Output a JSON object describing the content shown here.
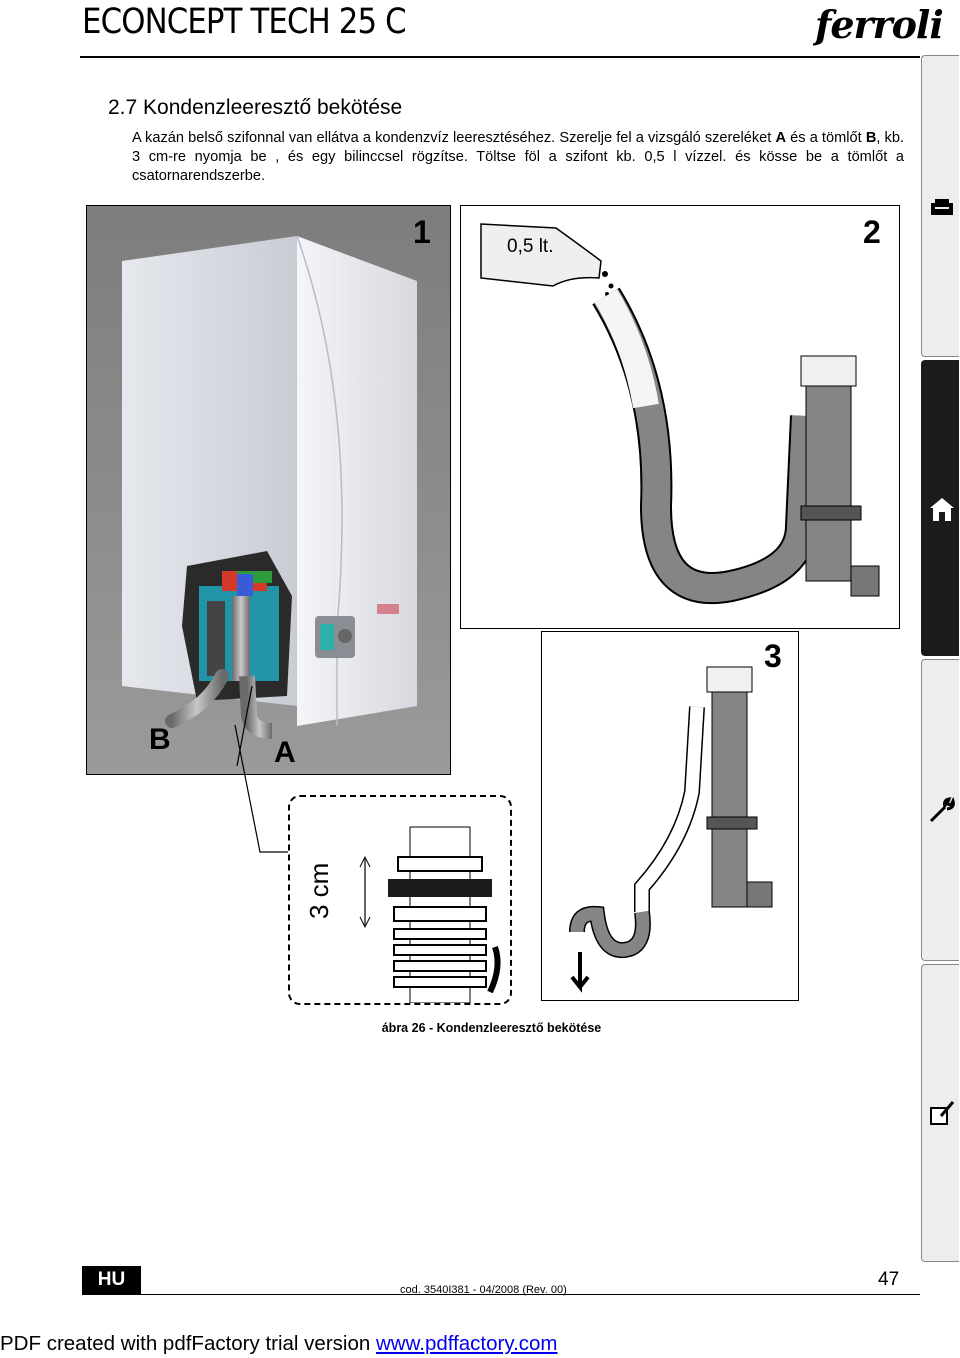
{
  "header": {
    "title": "ECONCEPT TECH 25 C",
    "brand": "ferroli"
  },
  "section": {
    "title": "2.7 Kondenzleeresztő  bekötése",
    "paragraph_1": "A kazán belső szifonnal van ellátva a kondenzvíz leeresztéséhez. Szerelje fel a vizsgáló szereléket ",
    "label_a": "A",
    "paragraph_2": " és a tömlőt ",
    "label_b": "B",
    "paragraph_3": ", kb. 3 cm-re nyomja be , és egy bilinccsel rögzítse. Töltse föl a  szifont kb. 0,5 l vízzel. és kösse be a tömlőt a  csatornarendszerbe."
  },
  "figure": {
    "panel_1_number": "1",
    "panel_2_number": "2",
    "panel_3_number": "3",
    "callout_a": "A",
    "callout_b": "B",
    "bottle_label": "0,5 lt.",
    "dimension_label": "3 cm",
    "caption": "ábra 26 - Kondenzleeresztő bekötése"
  },
  "side_tabs": [
    {
      "icon": "armchair-icon",
      "active": false
    },
    {
      "icon": "house-icon",
      "active": true
    },
    {
      "icon": "wrench-icon",
      "active": false
    },
    {
      "icon": "notepad-icon",
      "active": false
    }
  ],
  "footer": {
    "language": "HU",
    "code": "cod. 3540I381  -  04/2008  (Rev. 00)",
    "page_number": "47"
  },
  "pdf_banner": {
    "text": "PDF created with pdfFactory trial version ",
    "link": "www.pdffactory.com"
  }
}
